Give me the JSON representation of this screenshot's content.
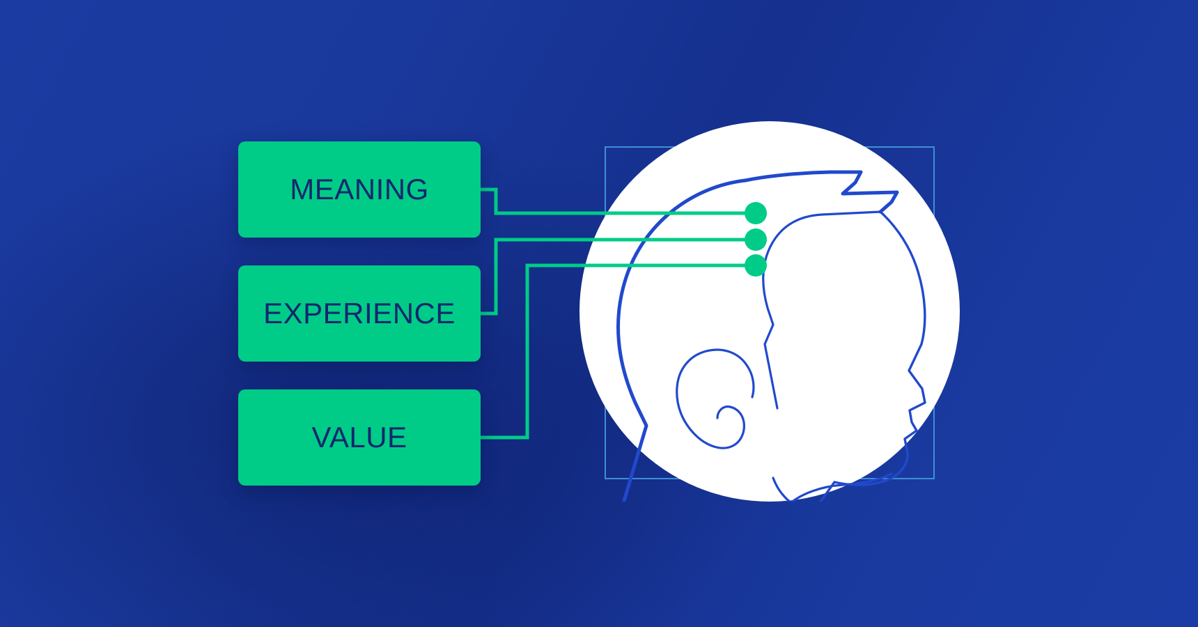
{
  "diagram": {
    "title_alt": "Meaning, Experience and Value feeding into the mind",
    "background_color": "#1a3a9e",
    "accent_color": "#00cc87",
    "line_color": "#00cc87",
    "text_color": "#13266e",
    "frame_color": "#3f8fd6",
    "head_stroke_color": "#2149cc",
    "circle_color": "#ffffff"
  },
  "chips": [
    {
      "id": "meaning",
      "label": "MEANING"
    },
    {
      "id": "experience",
      "label": "EXPERIENCE"
    },
    {
      "id": "value",
      "label": "VALUE"
    }
  ],
  "nodes": [
    {
      "id": "node-meaning",
      "label": "meaning-endpoint-dot"
    },
    {
      "id": "node-experience",
      "label": "experience-endpoint-dot"
    },
    {
      "id": "node-value",
      "label": "value-endpoint-dot"
    }
  ],
  "illustration": {
    "subject": "human-head-profile",
    "elements": [
      "head-outline",
      "face-outline",
      "ear",
      "hair-tuft",
      "neck",
      "shoulder"
    ]
  }
}
